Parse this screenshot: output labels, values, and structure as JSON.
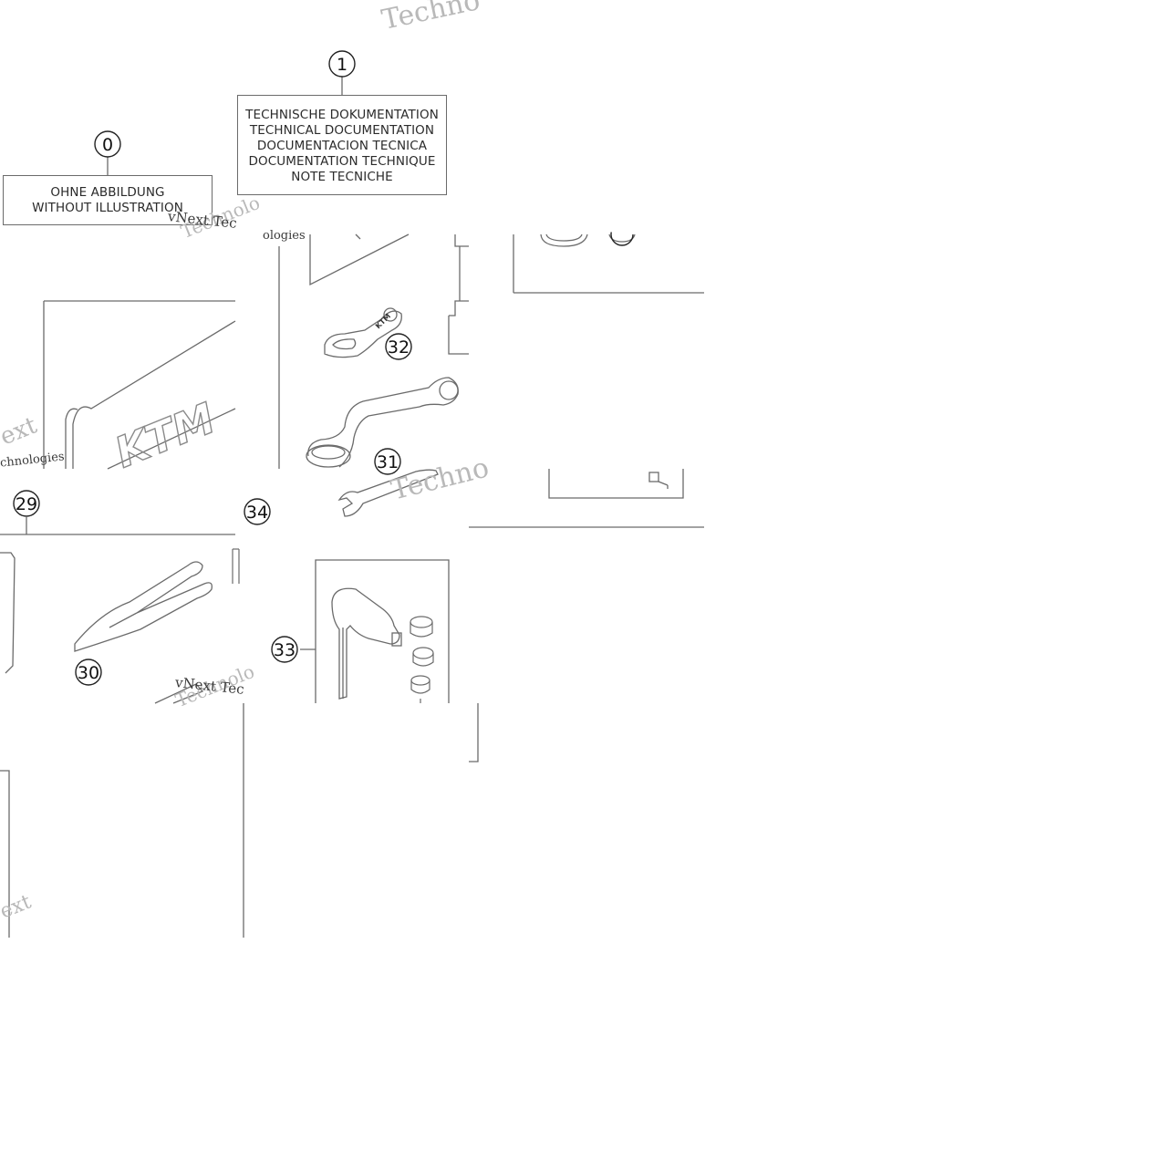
{
  "diagram": {
    "callouts": [
      {
        "id": "0",
        "label": "0"
      },
      {
        "id": "1",
        "label": "1"
      },
      {
        "id": "29",
        "label": "29"
      },
      {
        "id": "30",
        "label": "30"
      },
      {
        "id": "31",
        "label": "31"
      },
      {
        "id": "32",
        "label": "32"
      },
      {
        "id": "33",
        "label": "33"
      },
      {
        "id": "34",
        "label": "34"
      }
    ],
    "box_no_illustration": {
      "lines": [
        "OHNE ABBILDUNG",
        "WITHOUT ILLUSTRATION"
      ]
    },
    "box_technical_documentation": {
      "lines": [
        "TECHNISCHE DOKUMENTATION",
        "TECHNICAL DOCUMENTATION",
        "DOCUMENTACION TECNICA",
        "DOCUMENTATION TECHNIQUE",
        "NOTE TECNICHE"
      ]
    },
    "brand_mark": "KTM",
    "watermarks": {
      "techno": "Techno",
      "technolo": "Technolo",
      "vnext_tec": "vNext Tec",
      "ologies": "ologies",
      "next": "ext",
      "chnologies": "chnologies"
    },
    "colors": {
      "line": "#6b6b6b",
      "text": "#2b2b2b",
      "watermark": "#b9b9b9"
    }
  }
}
